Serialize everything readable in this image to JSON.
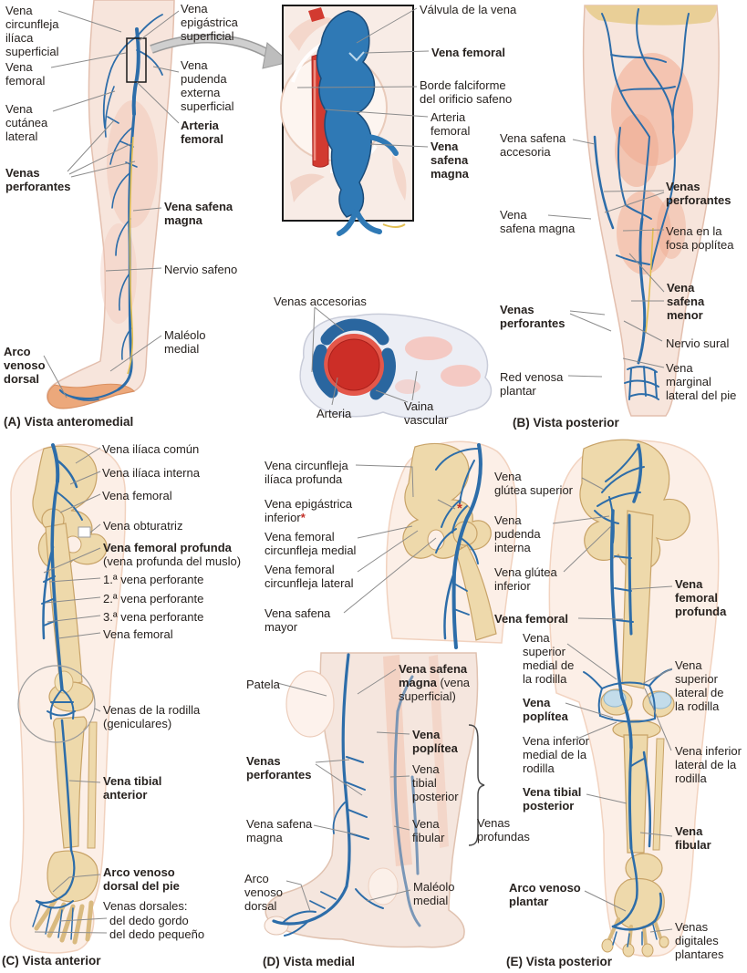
{
  "figure": {
    "type": "anatomical-diagram",
    "subject": "Venas del miembro inferior"
  },
  "colors": {
    "vein_blue": "#2d6da9",
    "deep_vein_blue": "#6d8fb3",
    "artery_red": "#cc2e27",
    "bone_tan": "#eed9ab",
    "skin_pink": "#f7e5dc",
    "nerve_yellow": "#e2bf52",
    "label_text": "#27221f",
    "leader_gray": "#8c8c8c",
    "asterisk_red": "#c32f27"
  },
  "panels": {
    "a": {
      "caption": "(A) Vista anteromedial",
      "labels": {
        "circunfleja": "Vena\ncircunfleja\nilíaca\nsuperficial",
        "femoral": "Vena\nfemoral",
        "cutanea": "Vena\ncutánea\nlateral",
        "perforantes": "Venas\nperforantes",
        "arco": "Arco\nvenoso\ndorsal",
        "epigastrica": "Vena\nepigástrica\nsuperficial",
        "pudenda": "Vena\npudenda\nexterna\nsuperficial",
        "arteria_femoral": "Arteria\nfemoral",
        "safena_magna": "Vena safena\nmagna",
        "nervio_safeno": "Nervio safeno",
        "maleolo": "Maléolo\nmedial"
      }
    },
    "inset": {
      "labels": {
        "valvula": "Válvula de la vena",
        "vena_femoral": "Vena femoral",
        "borde": "Borde falciforme\ndel orificio safeno",
        "arteria_femoral": "Arteria\nfemoral",
        "safena_magna": "Vena\nsafena\nmagna"
      }
    },
    "cross_section": {
      "labels": {
        "accesorias": "Venas accesorias",
        "arteria": "Arteria",
        "vaina": "Vaina\nvascular"
      }
    },
    "b": {
      "caption": "(B) Vista posterior",
      "labels": {
        "accesoria": "Vena safena\naccesoria",
        "safena_magna": "Vena\nsafena magna",
        "perforantes_izq": "Venas\nperforantes",
        "red_venosa": "Red venosa\nplantar",
        "perforantes_der": "Venas\nperforantes",
        "fosa": "Vena en la\nfosa poplítea",
        "safena_menor": "Vena\nsafena\nmenor",
        "nervio_sural": "Nervio sural",
        "marginal": "Vena\nmarginal\nlateral del pie"
      }
    },
    "c": {
      "caption": "(C) Vista anterior",
      "labels": {
        "iliaca_comun": "Vena ilíaca común",
        "iliaca_interna": "Vena ilíaca interna",
        "femoral_sup": "Vena femoral",
        "obturatriz": "Vena obturatriz",
        "femoral_profunda": "Vena femoral profunda",
        "femoral_profunda_sub": "(vena profunda del muslo)",
        "perforante1": "1.ª vena perforante",
        "perforante2": "2.ª vena perforante",
        "perforante3": "3.ª vena perforante",
        "femoral_inf": "Vena femoral",
        "rodilla": "Venas de la rodilla\n(geniculares)",
        "tibial_anterior": "Vena tibial\nanterior",
        "arco_dorsal": "Arco venoso\ndorsal del pie",
        "dorsales": "Venas dorsales:",
        "dedo_gordo": "del dedo gordo",
        "dedo_pequeno": "del dedo pequeño"
      }
    },
    "d": {
      "caption": "(D) Vista medial",
      "labels": {
        "circunfleja_profunda": "Vena circunfleja\nilíaca profunda",
        "epigastrica": "Vena epigástrica\ninferior",
        "epigastrica_mark": "*",
        "asterisk_mark": "*",
        "circ_medial": "Vena femoral\ncircunfleja medial",
        "circ_lateral": "Vena femoral\ncircunfleja lateral",
        "safena_mayor": "Vena safena\nmayor",
        "patela": "Patela",
        "safena_magna_bold": "Vena safena\nmagna ",
        "safena_magna_norm": "(vena\nsuperficial)",
        "poplitea": "Vena\npoplítea",
        "perforantes": "Venas\nperforantes",
        "tibial_posterior": "Vena\ntibial\nposterior",
        "safena_magna2": "Vena safena\nmagna",
        "fibular": "Vena\nfibular",
        "profundas": "Venas\nprofundas",
        "arco_dorsal": "Arco\nvenoso\ndorsal",
        "maleolo": "Maléolo\nmedial"
      }
    },
    "e": {
      "caption": "(E) Vista posterior",
      "labels": {
        "glutea_superior": "Vena\nglútea superior",
        "pudenda_interna": "Vena\npudenda\ninterna",
        "glutea_inferior": "Vena glútea\ninferior",
        "femoral": "Vena femoral",
        "femoral_profunda": "Vena\nfemoral\nprofunda",
        "sup_medial": "Vena\nsuperior\nmedial de\nla rodilla",
        "sup_lateral": "Vena\nsuperior\nlateral de\nla rodilla",
        "poplitea": "Vena\npoplítea",
        "inf_medial": "Vena inferior\nmedial de la\nrodilla",
        "inf_lateral": "Vena inferior\nlateral de la\nrodilla",
        "tibial_posterior": "Vena tibial\nposterior",
        "fibular": "Vena\nfibular",
        "arco_plantar": "Arco venoso\nplantar",
        "digitales": "Venas\ndigitales\nplantares"
      }
    }
  }
}
